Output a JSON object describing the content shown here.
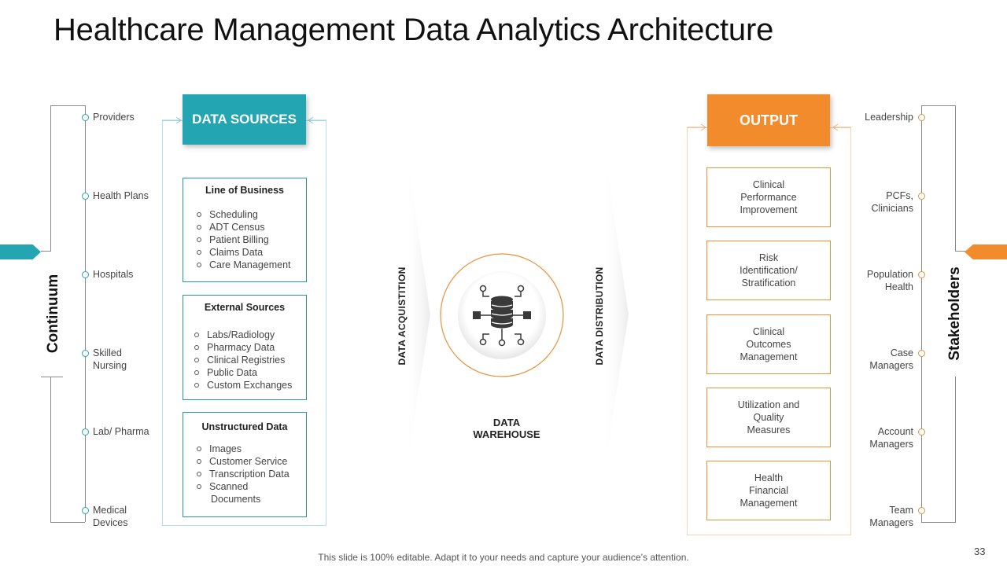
{
  "title": "Healthcare Management Data Analytics Architecture",
  "continuum": {
    "label": "Continuum",
    "items": [
      "Providers",
      "Health Plans",
      "Hospitals",
      "Skilled\nNursing",
      "Lab/ Pharma",
      "Medical\nDevices"
    ]
  },
  "stakeholders": {
    "label": "Stakeholders",
    "items": [
      "Leadership",
      "PCFs,\nClinicians",
      "Population\nHealth",
      "Case\nManagers",
      "Account\nManagers",
      "Team\nManagers"
    ]
  },
  "data_sources": {
    "header": "DATA SOURCES",
    "groups": [
      {
        "title": "Line of  Business",
        "items": [
          "Scheduling",
          "ADT Census",
          "Patient Billing",
          "Claims Data",
          "Care Management"
        ]
      },
      {
        "title": "External Sources",
        "items": [
          "Labs/Radiology",
          "Pharmacy Data",
          "Clinical Registries",
          "Public Data",
          "Custom Exchanges"
        ]
      },
      {
        "title": "Unstructured Data",
        "items": [
          "Images",
          "Customer Service",
          "Transcription Data",
          "Scanned\nDocuments"
        ]
      }
    ]
  },
  "center": {
    "acquisition": "DATA ACQUISTITION",
    "distribution": "DATA  DISTRIBUTION",
    "warehouse": "DATA WAREHOUSE",
    "icon": "database-network-icon"
  },
  "output": {
    "header": "OUTPUT",
    "items": [
      "Clinical\nPerformance\nImprovement",
      "Risk\nIdentification/\nStratification",
      "Clinical\nOutcomes\nManagement",
      "Utilization and\nQuality\nMeasures",
      "Health\nFinancial\nManagement"
    ]
  },
  "colors": {
    "teal": "#23a5b2",
    "orange": "#f28b2c"
  },
  "footer": "This slide is 100% editable. Adapt it to your needs and capture your audience’s attention.",
  "page_number": "33"
}
